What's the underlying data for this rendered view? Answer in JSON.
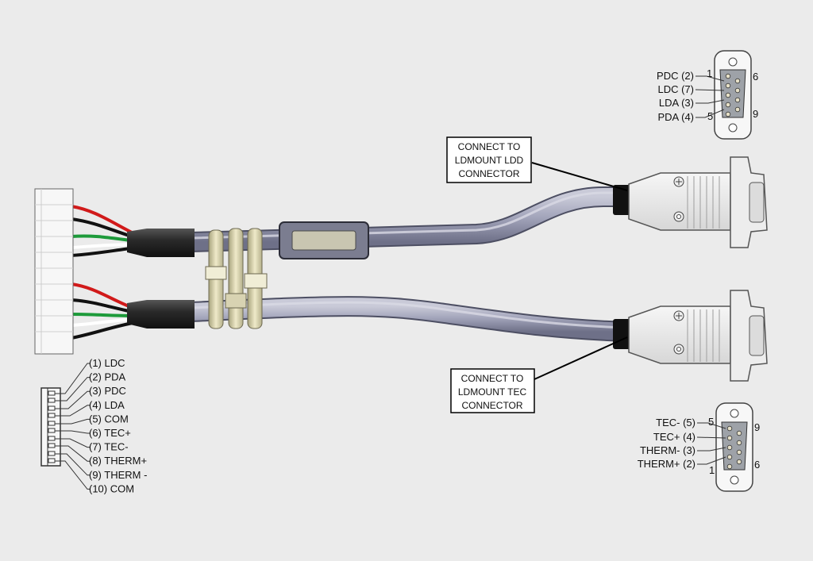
{
  "colors": {
    "background": "#ebebeb",
    "cable": "#a7a8bd",
    "wire_red": "#d11a1a",
    "wire_green": "#1d9a3a",
    "wire_black": "#111111",
    "wire_white": "#ffffff"
  },
  "callouts": {
    "ldd": [
      "CONNECT TO",
      "LDMOUNT LDD",
      "CONNECTOR"
    ],
    "tec": [
      "CONNECT TO",
      "LDMOUNT TEC",
      "CONNECTOR"
    ]
  },
  "header_pins": [
    "(1) LDC",
    "(2) PDA",
    "(3) PDC",
    "(4) LDA",
    "(5) COM",
    "(6) TEC+",
    "(7) TEC-",
    "(8) THERM+",
    "(9) THERM -",
    "(10) COM"
  ],
  "ldd_pinout": {
    "labels": [
      "PDC (2)",
      "LDC (7)",
      "LDA (3)",
      "PDA (4)"
    ],
    "pin_numbers": {
      "top_left": "1",
      "bottom_left": "5",
      "top_right": "6",
      "bottom_right": "9"
    }
  },
  "tec_pinout": {
    "labels": [
      "TEC- (5)",
      "TEC+ (4)",
      "THERM- (3)",
      "THERM+ (2)"
    ],
    "pin_numbers": {
      "top_left": "5",
      "bottom_left": "1",
      "top_right": "9",
      "bottom_right": "6"
    }
  }
}
